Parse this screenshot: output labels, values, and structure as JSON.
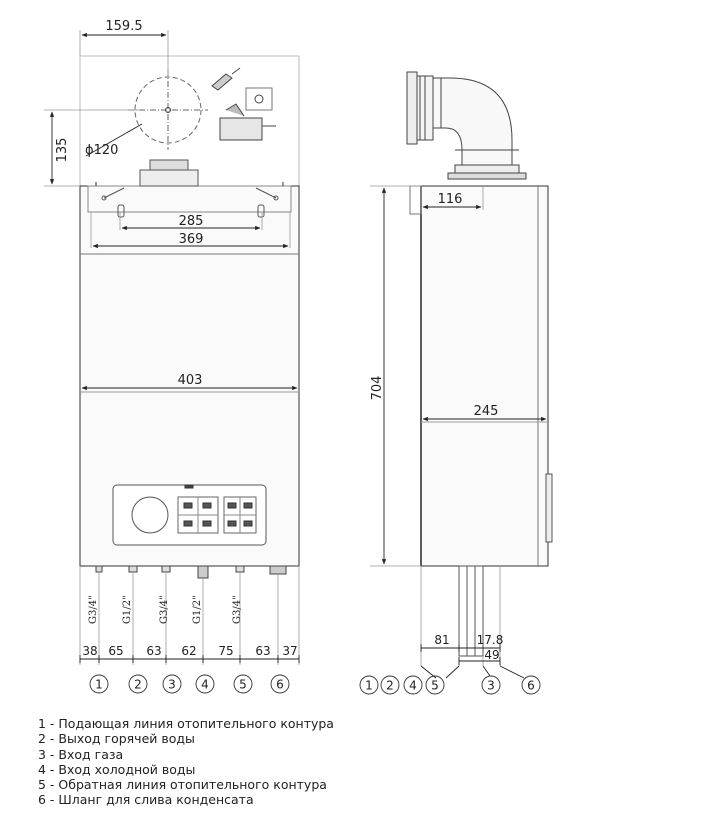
{
  "front_view": {
    "dim_top_offset": "159.5",
    "dim_flue_height": "135",
    "flue_diameter": "ϕ120",
    "dim_bracket_inner": "285",
    "dim_bracket_outer": "369",
    "dim_width": "403",
    "connections": [
      "G3/4\"",
      "G1/2\"",
      "G3/4\"",
      "G1/2\"",
      "G3/4\""
    ],
    "bottom_spacings": [
      "38",
      "65",
      "63",
      "62",
      "75",
      "63",
      "37"
    ],
    "markers": [
      "1",
      "2",
      "3",
      "4",
      "5",
      "6"
    ]
  },
  "side_view": {
    "dim_flue_offset": "116",
    "dim_height": "704",
    "dim_depth": "245",
    "dim_gas_offset": "81",
    "dim_pipe_gap": "17.8",
    "dim_pipe_span": "49",
    "markers": [
      "1",
      "2",
      "4",
      "5",
      "3",
      "6"
    ]
  },
  "legend": [
    "1 - Подающая линия отопительного контура",
    "2 - Выход горячей воды",
    "3 - Вход газа",
    "4 - Вход холодной воды",
    "5 - Обратная линия отопительного контура",
    "6 - Шланг для слива конденсата"
  ]
}
